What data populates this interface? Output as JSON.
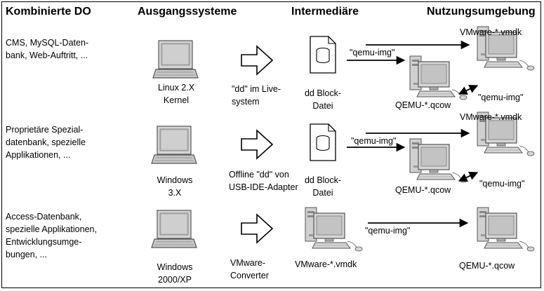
{
  "headers": {
    "col1": "Kombinierte DO",
    "col2": "Ausgangssysteme",
    "col3": "Intermediäre",
    "col4": "Nutzungsumgebung"
  },
  "rows": [
    {
      "description": [
        "CMS, MySQL-Daten-",
        "bank, Web-Auftritt, ..."
      ],
      "source": [
        "Linux 2.X",
        "Kernel"
      ],
      "method": [
        "\"dd\" im Live-",
        "system"
      ],
      "intermediate": [
        "dd Block-",
        "Datei"
      ],
      "qemu_top": "\"qemu-img\"",
      "vmdk": "VMware-*.vmdk",
      "qcow": "QEMU-*.qcow",
      "qemu_bottom": "\"qemu-img\""
    },
    {
      "description": [
        "Proprietäre Spezial-",
        "datenbank, spezielle",
        "Applikationen, ..."
      ],
      "source": [
        "Windows",
        "3.X"
      ],
      "method": [
        "Offline \"dd\" von",
        "USB-IDE-Adapter"
      ],
      "intermediate": [
        "dd Block-",
        "Datei"
      ],
      "qemu_top": "\"qemu-img\"",
      "vmdk": "VMware-*.vmdk",
      "qcow": "QEMU-*.qcow",
      "qemu_bottom": "\"qemu-img\""
    },
    {
      "description": [
        "Access-Datenbank,",
        "spezielle Applikationen,",
        "Entwicklungsumge-",
        "bungen, ..."
      ],
      "source": [
        "Windows",
        "2000/XP"
      ],
      "method": [
        "VMware-",
        "Converter"
      ],
      "intermediate_vmdk": "VMware-*.vmdk",
      "qemu_mid": "\"qemu-img\"",
      "qcow": "QEMU-*.qcow"
    }
  ]
}
